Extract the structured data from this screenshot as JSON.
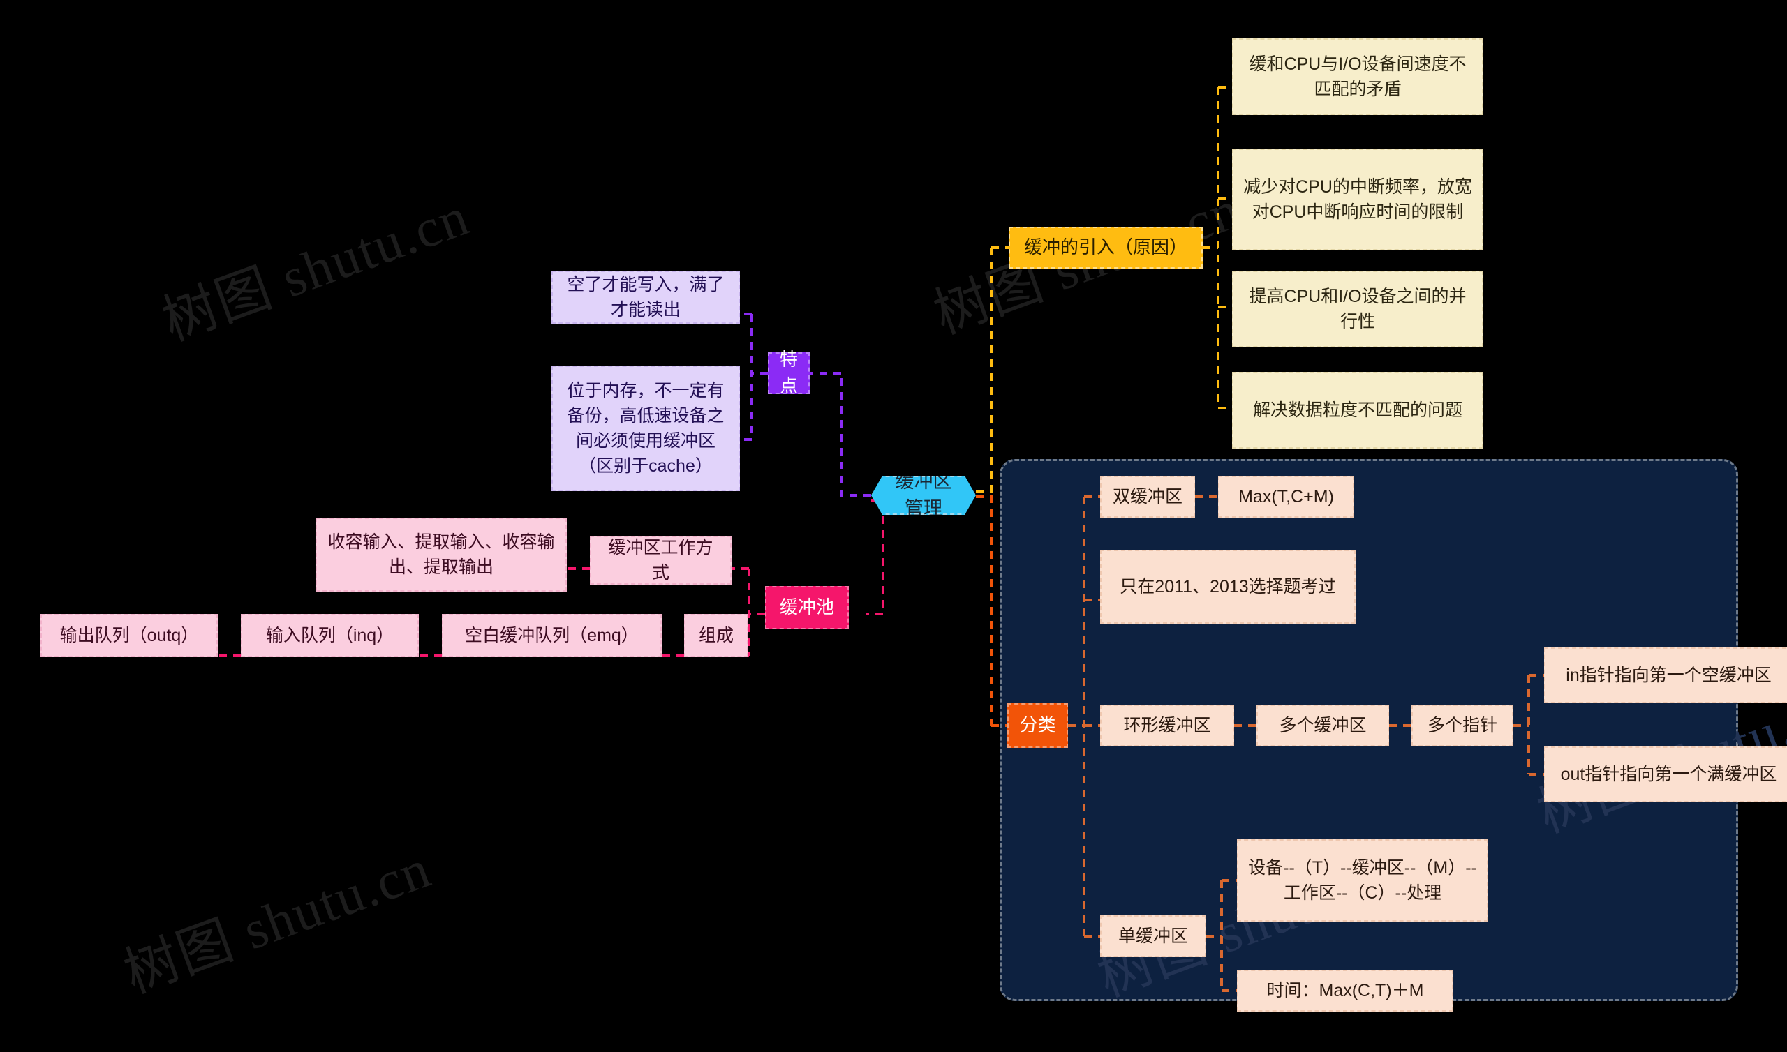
{
  "meta": {
    "watermark_text": "树图 shutu.cn",
    "background_color": "#000000",
    "panel_color": "#0d2140"
  },
  "colors": {
    "root": "#31C6F7",
    "feature": "#8B2BF5",
    "pool": "#F5166B",
    "intro": "#FFBC11",
    "classify": "#F25408",
    "lavender_leaf": "#E1D3FA",
    "rose_leaf": "#FBCEDF",
    "cream_leaf": "#F7EECB",
    "peach_leaf": "#FBE0D0"
  },
  "root": {
    "label": "缓冲区管理"
  },
  "branches": {
    "feature": {
      "label": "特点",
      "children": [
        {
          "label": "空了才能写入，满了才能读出"
        },
        {
          "label": "位于内存，不一定有备份，高低速设备之间必须使用缓冲区（区别于cache）"
        }
      ]
    },
    "pool": {
      "label": "缓冲池",
      "children": [
        {
          "label": "缓冲区工作方式",
          "children": [
            {
              "label": "收容输入、提取输入、收容输出、提取输出"
            }
          ]
        },
        {
          "label": "组成",
          "children": [
            {
              "label": "空白缓冲队列（emq）"
            },
            {
              "label": "输入队列（inq）"
            },
            {
              "label": "输出队列（outq）"
            }
          ]
        }
      ]
    },
    "intro": {
      "label": "缓冲的引入（原因）",
      "children": [
        {
          "label": "缓和CPU与I/O设备间速度不匹配的矛盾"
        },
        {
          "label": "减少对CPU的中断频率，放宽对CPU中断响应时间的限制"
        },
        {
          "label": "提高CPU和I/O设备之间的并行性"
        },
        {
          "label": "解决数据粒度不匹配的问题"
        }
      ]
    },
    "classify": {
      "label": "分类",
      "children": [
        {
          "label": "双缓冲区",
          "children": [
            {
              "label": "Max(T,C+M)"
            }
          ]
        },
        {
          "label": "只在2011、2013选择题考过"
        },
        {
          "label": "环形缓冲区",
          "children": [
            {
              "label": "多个缓冲区",
              "children": [
                {
                  "label": "多个指针",
                  "children": [
                    {
                      "label": "in指针指向第一个空缓冲区"
                    },
                    {
                      "label": "out指针指向第一个满缓冲区"
                    }
                  ]
                }
              ]
            }
          ]
        },
        {
          "label": "单缓冲区",
          "children": [
            {
              "label": "设备--（T）--缓冲区--（M）--工作区--（C）--处理"
            },
            {
              "label": "时间：Max(C,T)＋M"
            }
          ]
        }
      ]
    }
  }
}
